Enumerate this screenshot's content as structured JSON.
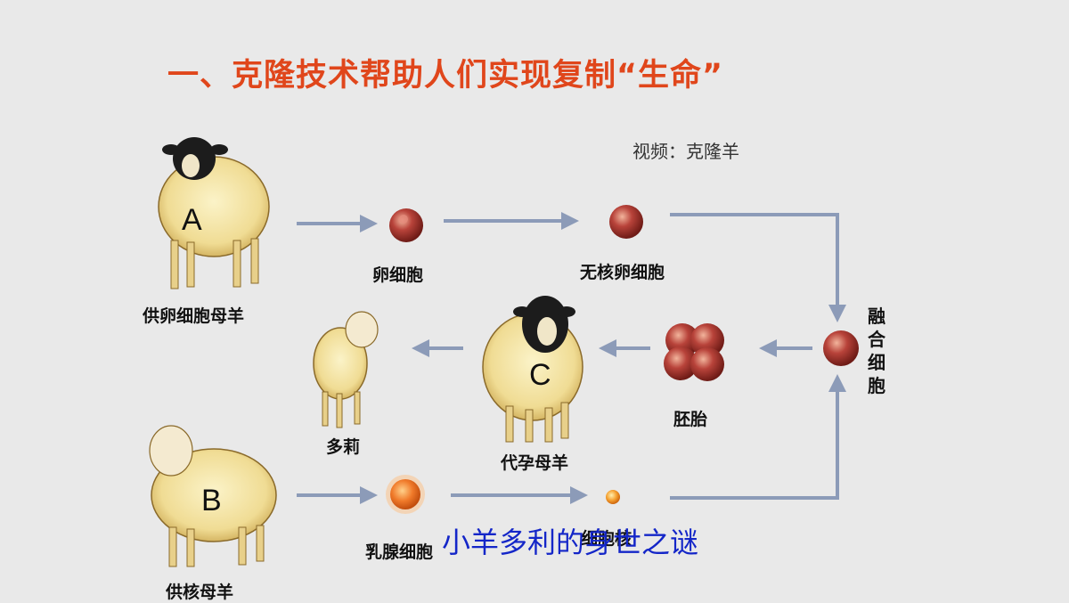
{
  "title": "一、克隆技术帮助人们实现复制“生命”",
  "video_note": "视频：克隆羊",
  "labels": {
    "donor_egg_ewe": "供卵细胞母羊",
    "egg_cell": "卵细胞",
    "enucleated_egg": "无核卵细胞",
    "fused_cell": [
      "融",
      "合",
      "细",
      "胞"
    ],
    "embryo": "胚胎",
    "surrogate_ewe": "代孕母羊",
    "dolly": "多莉",
    "donor_nucleus_ewe": "供核母羊",
    "mammary_cell": "乳腺细胞",
    "cell_nucleus": "细胞核"
  },
  "sheep_letters": {
    "a": "A",
    "b": "B",
    "c": "C"
  },
  "subtitle": "小羊多利的身世之谜",
  "colors": {
    "title": "#e0461b",
    "arrow": "#8c9bb8",
    "subtitle": "#1426c8",
    "cell": "#b2382e",
    "mammary": "#f07a2a"
  }
}
